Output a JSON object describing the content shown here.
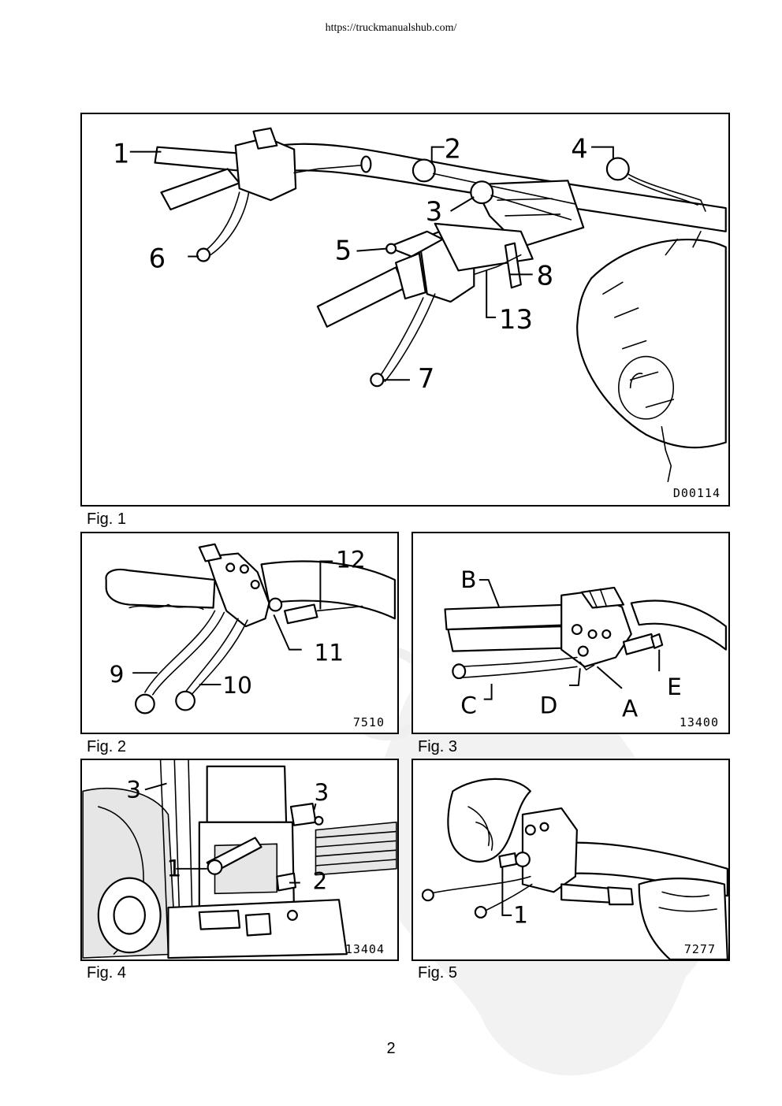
{
  "header": {
    "url": "https://truckmanualshub.com/"
  },
  "page_number": "2",
  "figures": {
    "fig1": {
      "caption": "Fig. 1",
      "code": "D00114",
      "labels": {
        "l1": "1",
        "l2": "2",
        "l3": "3",
        "l4": "4",
        "l5": "5",
        "l6": "6",
        "l7": "7",
        "l8": "8",
        "l13": "13"
      }
    },
    "fig2": {
      "caption": "Fig. 2",
      "code": "7510",
      "labels": {
        "l9": "9",
        "l10": "10",
        "l11": "11",
        "l12": "12"
      }
    },
    "fig3": {
      "caption": "Fig. 3",
      "code": "13400",
      "labels": {
        "a": "A",
        "b": "B",
        "c": "C",
        "d": "D",
        "e": "E"
      }
    },
    "fig4": {
      "caption": "Fig. 4",
      "code": "13404",
      "labels": {
        "l1": "1",
        "l2": "2",
        "l3a": "3",
        "l3b": "3"
      }
    },
    "fig5": {
      "caption": "Fig. 5",
      "code": "7277",
      "labels": {
        "l1": "1"
      }
    }
  }
}
